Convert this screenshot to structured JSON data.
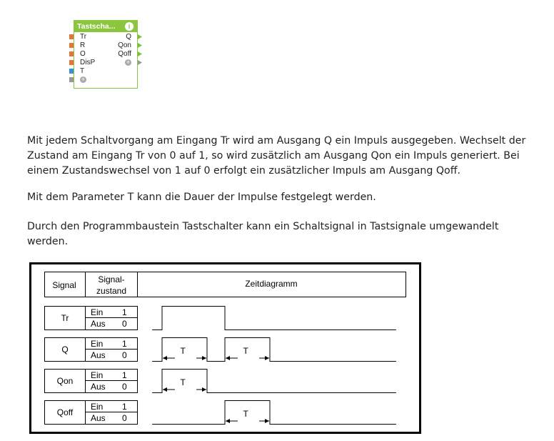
{
  "block": {
    "title": "Tastscha...",
    "inputs": [
      "Tr",
      "R",
      "O",
      "DisP",
      "T"
    ],
    "outputs": [
      "Q",
      "Qon",
      "Qoff"
    ],
    "colors": {
      "header": "#8cc63e",
      "input_bin": "#e8733a",
      "input_param": "#3a8fd8",
      "output": "#7cc23a"
    }
  },
  "text": {
    "p1": "Mit jedem Schaltvorgang am Eingang Tr wird am Ausgang Q ein Impuls ausgegeben. Wechselt der Zustand am Eingang Tr von 0 auf 1, so wird zusätzlich am Ausgang Qon ein Impuls generiert. Bei einem Zustandswechsel von 1 auf 0 erfolgt ein zusätzlicher Impuls am Ausgang Qoff.",
    "p2": "Mit dem Parameter T kann die Dauer der Impulse festgelegt werden.",
    "p3": "Durch den Programmbaustein Tastschalter kann ein Schaltsignal in Tastsignale umgewandelt werden."
  },
  "diagram": {
    "headers": {
      "signal": "Signal",
      "state1": "Signal-",
      "state2": "zustand",
      "timing": "Zeitdiagramm"
    },
    "on": "Ein",
    "off": "Aus",
    "one": "1",
    "zero": "0",
    "t": "T",
    "rows": [
      {
        "name": "Tr"
      },
      {
        "name": "Q"
      },
      {
        "name": "Qon"
      },
      {
        "name": "Qoff"
      }
    ]
  }
}
